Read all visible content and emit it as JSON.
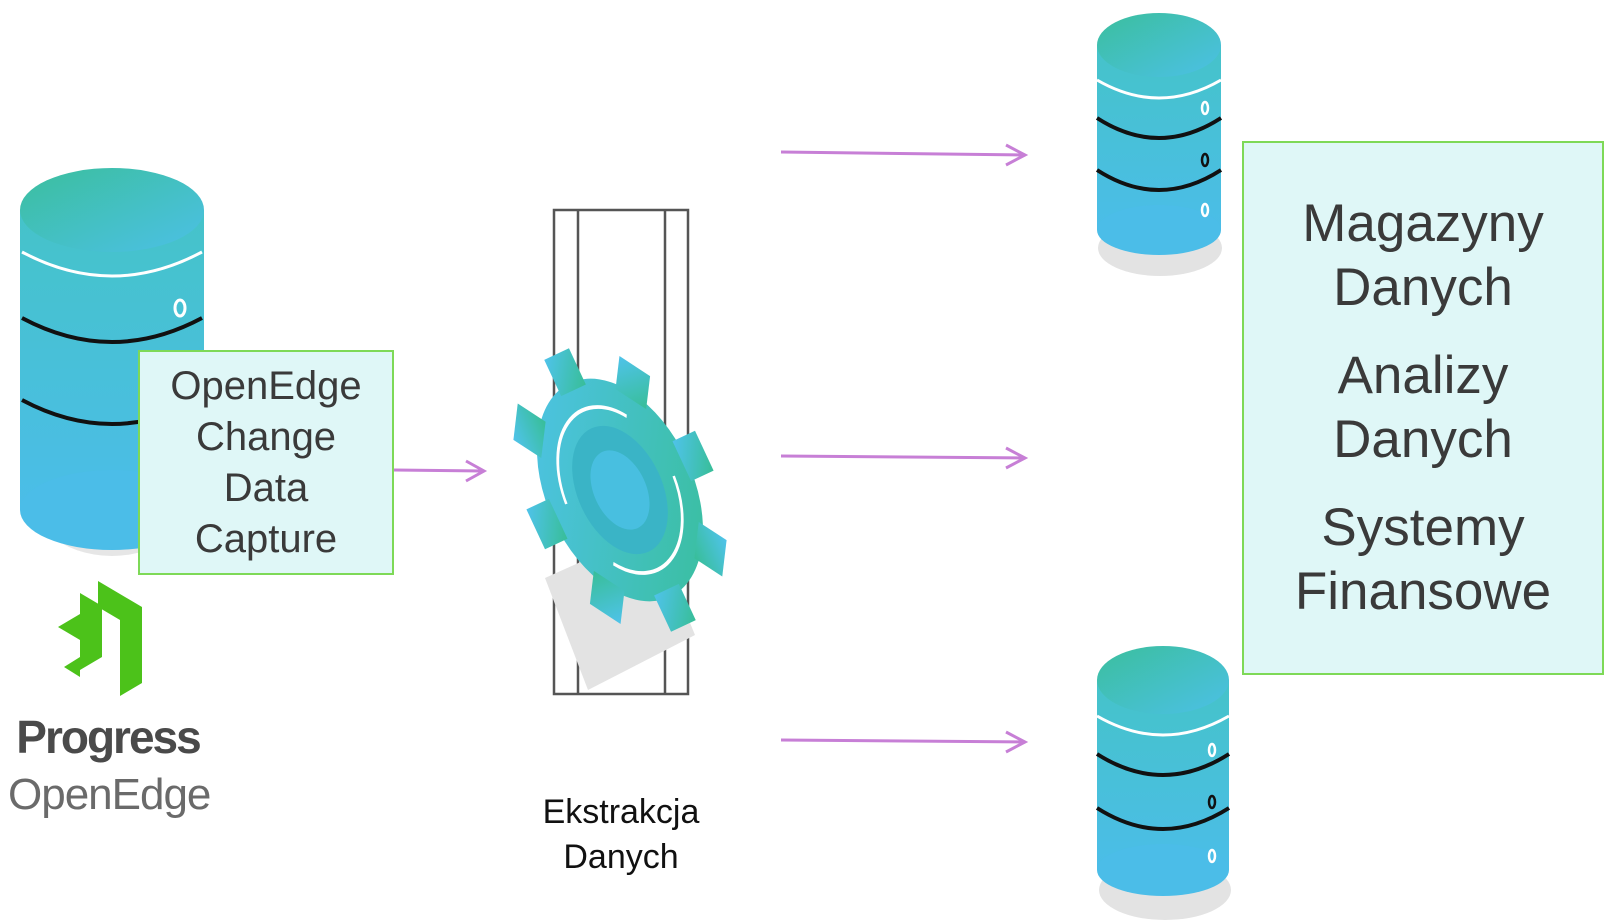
{
  "source": {
    "label_lines": [
      "OpenEdge",
      "Change",
      "Data",
      "Capture"
    ],
    "logo": {
      "brand": "Progress",
      "product": "OpenEdge",
      "mark_color": "#4cc21a"
    }
  },
  "process": {
    "label_lines": [
      "Ekstrakcja",
      "Danych"
    ]
  },
  "targets": {
    "groups": [
      {
        "lines": [
          "Magazyny",
          "Danych"
        ]
      },
      {
        "lines": [
          "Analizy",
          "Danych"
        ]
      },
      {
        "lines": [
          "Systemy",
          "Finansowe"
        ]
      }
    ]
  },
  "colors": {
    "arrow": "#c77fd6",
    "box_fill": "#dff7f7",
    "box_border": "#7ed957",
    "cylinder_top": "#3bbf9d",
    "cylinder_bottom": "#4cc0e6"
  },
  "icons": {
    "source_db": "database-icon",
    "process": "gear-icon",
    "target_db": "database-icon"
  }
}
